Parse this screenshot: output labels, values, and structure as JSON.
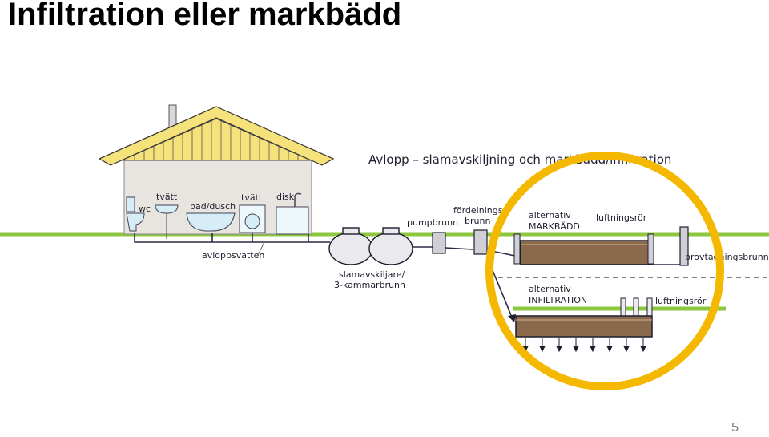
{
  "slide": {
    "title": "Infiltration eller markbädd",
    "page_number": "5"
  },
  "diagram": {
    "heading": "Avlopp – slamavskiljning och markbädd/infiltration",
    "rooms": {
      "wc": "wc",
      "tvatt_sink": "tvätt",
      "bad_dusch": "bad/dusch",
      "tvatt_machine": "tvätt",
      "disk": "disk"
    },
    "labels": {
      "avloppsvatten": "avloppsvatten",
      "slamavskiljare_1": "slamavskiljare/",
      "slamavskiljare_2": "3-kammarbrunn",
      "pumpbrunn": "pumpbrunn",
      "fordelning_1": "fördelnings",
      "fordelning_2": "brunn",
      "alt_markbadd_1": "alternativ",
      "alt_markbadd_2": "MARKBÄDD",
      "luftningsror_top": "luftningsrör",
      "provtagning": "provtagningsbrunn",
      "alt_infiltration_1": "alternativ",
      "alt_infiltration_2": "INFILTRATION",
      "luftningsror_bottom": "luftningsrör"
    },
    "colors": {
      "ground_line": "#8dc63f",
      "roof": "#f6e27a",
      "house_wall": "#e8e4df",
      "highlight_circle": "#f5b800",
      "bed_fill": "#8a6a4a",
      "pipe": "#2b2b4a"
    }
  }
}
